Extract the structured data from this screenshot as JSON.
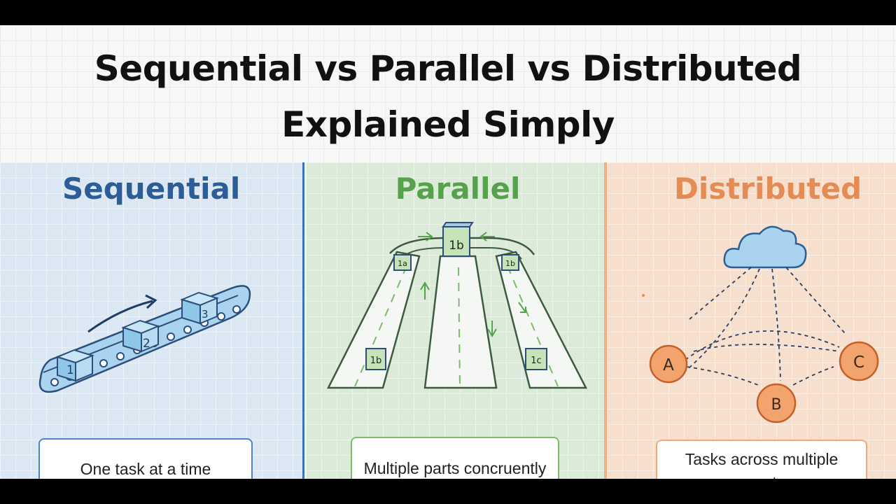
{
  "title": {
    "line1": "Sequential vs Parallel vs Distributed",
    "line2": "Explained Simply"
  },
  "panels": {
    "sequential": {
      "heading": "Sequential",
      "caption": "One task at a time",
      "boxes": [
        "1",
        "2",
        "3"
      ],
      "accent": "#2c5d97"
    },
    "parallel": {
      "heading": "Parallel",
      "caption": "Multiple parts concruently",
      "boxes": [
        "1b",
        "1a",
        "1b",
        "1b",
        "1c"
      ],
      "accent": "#56a24c"
    },
    "distributed": {
      "heading": "Distributed",
      "caption": "Tasks across multiple computers",
      "nodes": [
        "A",
        "B",
        "C"
      ],
      "accent": "#e48c54"
    }
  }
}
